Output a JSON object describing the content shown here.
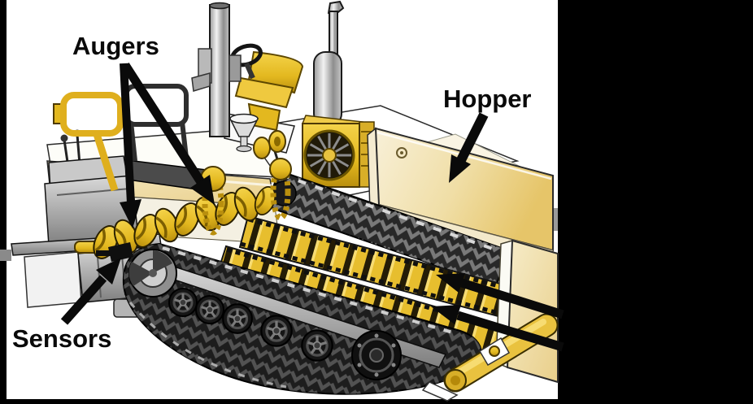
{
  "figure": {
    "type": "labeled-diagram",
    "subject_visible_text_only": true,
    "labels": {
      "augers": "Augers",
      "hopper": "Hopper",
      "sensors": "Sensors"
    },
    "unlabeled_arrows_from_right_edge": 2
  },
  "palette": {
    "page_background": "#000000",
    "canvas": "#ffffff",
    "machine_gold": "#E3B81F",
    "gold_light": "#F7DC72",
    "gold_dark": "#8a6a00",
    "hopper_cream": "#EDD58C",
    "cream_light": "#F8F0D8",
    "track_black": "#1d1d1d",
    "chrome_gray": "#c9c9c9",
    "outline": "#000000"
  }
}
